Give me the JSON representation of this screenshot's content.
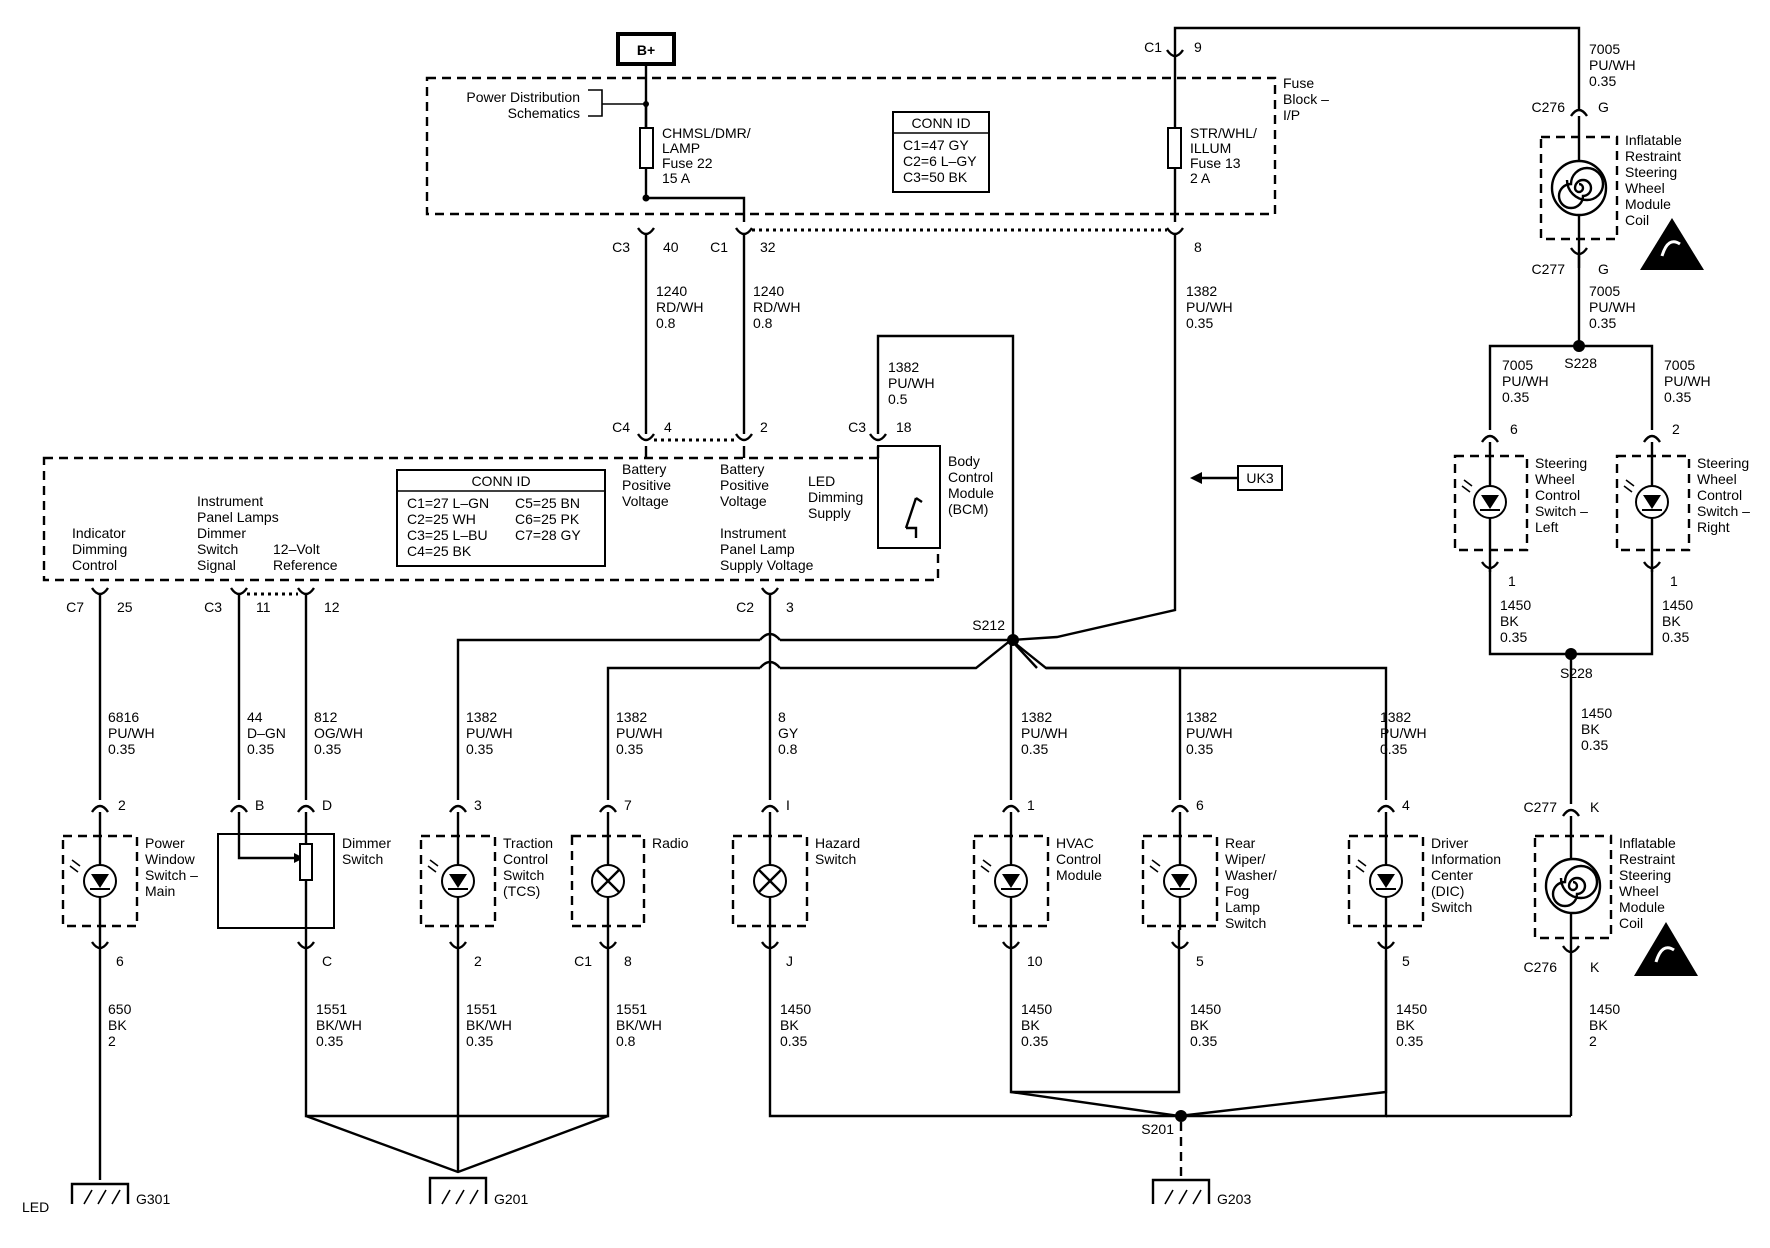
{
  "power_source": "B+",
  "fuse_block": {
    "label": [
      "Fuse",
      "Block –",
      "I/P"
    ],
    "power_dist": [
      "Power Distribution",
      "Schematics"
    ],
    "fuse22": [
      "CHMSL/DMR/",
      "LAMP",
      "Fuse 22",
      "15 A"
    ],
    "fuse13": [
      "STR/WHL/",
      "ILLUM",
      "Fuse 13",
      "2 A"
    ],
    "conn_id_title": "CONN ID",
    "conn_id": [
      "C1=47 GY",
      "C2=6 L–GY",
      "C3=50 BK"
    ]
  },
  "bcm": {
    "label": [
      "Body",
      "Control",
      "Module",
      "(BCM)"
    ],
    "conn_id_title": "CONN ID",
    "conn_left": [
      "C1=27 L–GN",
      "C2=25 WH",
      "C3=25 L–BU",
      "C4=25 BK"
    ],
    "conn_right": [
      "C5=25 BN",
      "C6=25 PK",
      "C7=28 GY"
    ],
    "batt1": [
      "Battery",
      "Positive",
      "Voltage"
    ],
    "batt2": [
      "Battery",
      "Positive",
      "Voltage"
    ],
    "led_supply": [
      "LED",
      "Dimming",
      "Supply"
    ],
    "ip_supply": [
      "Instrument",
      "Panel Lamp",
      "Supply Voltage"
    ],
    "ind_dim": [
      "Indicator",
      "Dimming",
      "Control"
    ],
    "ip_dimmer": [
      "Instrument",
      "Panel Lamps",
      "Dimmer",
      "Switch",
      "Signal"
    ],
    "ref12": [
      "12–Volt",
      "Reference"
    ]
  },
  "option_code": "UK3",
  "connectors": {
    "c1_9": [
      "C1",
      "9"
    ],
    "c3_40": [
      "C3",
      "40"
    ],
    "c1_32": [
      "C1",
      "32"
    ],
    "pin8": "8",
    "c4_4": [
      "C4",
      "4"
    ],
    "pin2": "2",
    "c3_18": [
      "C3",
      "18"
    ],
    "c7_25": [
      "C7",
      "25"
    ],
    "c3_11": [
      "C3",
      "11"
    ],
    "pin12": "12",
    "c2_3": [
      "C2",
      "3"
    ],
    "c276_g": [
      "C276",
      "G"
    ],
    "c277_g": [
      "C277",
      "G"
    ],
    "c277_k": [
      "C277",
      "K"
    ],
    "c276_k": [
      "C276",
      "K"
    ]
  },
  "wires": {
    "w7005_top": [
      "7005",
      "PU/WH",
      "0.35"
    ],
    "w7005_mid": [
      "7005",
      "PU/WH",
      "0.35"
    ],
    "w7005_l": [
      "7005",
      "PU/WH",
      "0.35"
    ],
    "w7005_r": [
      "7005",
      "PU/WH",
      "0.35"
    ],
    "w1240_a": [
      "1240",
      "RD/WH",
      "0.8"
    ],
    "w1240_b": [
      "1240",
      "RD/WH",
      "0.8"
    ],
    "w1382_fuse": [
      "1382",
      "PU/WH",
      "0.35"
    ],
    "w1382_led": [
      "1382",
      "PU/WH",
      "0.5"
    ],
    "w1450_swl": [
      "1450",
      "BK",
      "0.35"
    ],
    "w1450_swr": [
      "1450",
      "BK",
      "0.35"
    ],
    "w1450_s228": [
      "1450",
      "BK",
      "0.35"
    ],
    "w6816": [
      "6816",
      "PU/WH",
      "0.35"
    ],
    "w44": [
      "44",
      "D–GN",
      "0.35"
    ],
    "w812": [
      "812",
      "OG/WH",
      "0.35"
    ],
    "w1382_tcs": [
      "1382",
      "PU/WH",
      "0.35"
    ],
    "w1382_radio": [
      "1382",
      "PU/WH",
      "0.35"
    ],
    "w8": [
      "8",
      "GY",
      "0.8"
    ],
    "w1382_hvac": [
      "1382",
      "PU/WH",
      "0.35"
    ],
    "w1382_rear": [
      "1382",
      "PU/WH",
      "0.35"
    ],
    "w1382_dic": [
      "1382",
      "PU/WH",
      "0.35"
    ],
    "w650": [
      "650",
      "BK",
      "2"
    ],
    "w1551_dim": [
      "1551",
      "BK/WH",
      "0.35"
    ],
    "w1551_tcs": [
      "1551",
      "BK/WH",
      "0.35"
    ],
    "w1551_radio": [
      "1551",
      "BK/WH",
      "0.8"
    ],
    "w1450_haz": [
      "1450",
      "BK",
      "0.35"
    ],
    "w1450_hvac": [
      "1450",
      "BK",
      "0.35"
    ],
    "w1450_rear": [
      "1450",
      "BK",
      "0.35"
    ],
    "w1450_dic": [
      "1450",
      "BK",
      "0.35"
    ],
    "w1450_coil": [
      "1450",
      "BK",
      "2"
    ]
  },
  "splices": {
    "s212": "S212",
    "s228_top": "S228",
    "s228_bot": "S228",
    "s201": "S201"
  },
  "grounds": {
    "g301": "G301",
    "g201": "G201",
    "g203": "G203"
  },
  "components": {
    "coil_top": [
      "Inflatable",
      "Restraint",
      "Steering",
      "Wheel",
      "Module",
      "Coil"
    ],
    "coil_bot": [
      "Inflatable",
      "Restraint",
      "Steering",
      "Wheel",
      "Module",
      "Coil"
    ],
    "swc_left": [
      "Steering",
      "Wheel",
      "Control",
      "Switch –",
      "Left"
    ],
    "swc_right": [
      "Steering",
      "Wheel",
      "Control",
      "Switch –",
      "Right"
    ],
    "pws": [
      "Power",
      "Window",
      "Switch –",
      "Main"
    ],
    "dimmer": [
      "Dimmer",
      "Switch"
    ],
    "tcs": [
      "Traction",
      "Control",
      "Switch",
      "(TCS)"
    ],
    "radio": [
      "Radio"
    ],
    "hazard": [
      "Hazard",
      "Switch"
    ],
    "hvac": [
      "HVAC",
      "Control",
      "Module"
    ],
    "rear": [
      "Rear",
      "Wiper/",
      "Washer/",
      "Fog",
      "Lamp",
      "Switch"
    ],
    "dic": [
      "Driver",
      "Information",
      "Center",
      "(DIC)",
      "Switch"
    ]
  },
  "pins": {
    "swl_top": "6",
    "swl_bot": "1",
    "swr_top": "2",
    "swr_bot": "1",
    "pws_top": "2",
    "pws_bot": "6",
    "dim_b": "B",
    "dim_d": "D",
    "dim_c": "C",
    "tcs_top": "3",
    "tcs_bot": "2",
    "radio_top": "7",
    "radio_bot": [
      "C1",
      "8"
    ],
    "haz_top": "I",
    "haz_bot": "J",
    "hvac_top": "1",
    "hvac_bot": "10",
    "rear_top": "6",
    "rear_bot": "5",
    "dic_top": "4",
    "dic_bot": "5"
  },
  "footer": "LED"
}
